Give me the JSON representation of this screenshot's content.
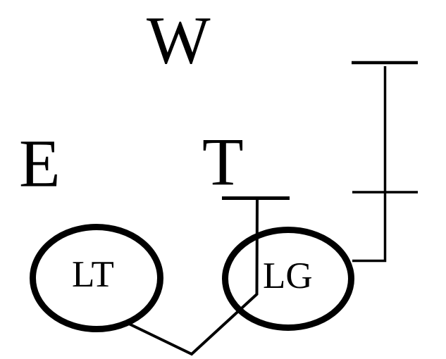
{
  "diagram": {
    "background_color": "#ffffff",
    "line_color": "#000000",
    "labels": {
      "w": "W",
      "e": "E",
      "t": "T",
      "lt": "LT",
      "lg": "LG"
    }
  }
}
